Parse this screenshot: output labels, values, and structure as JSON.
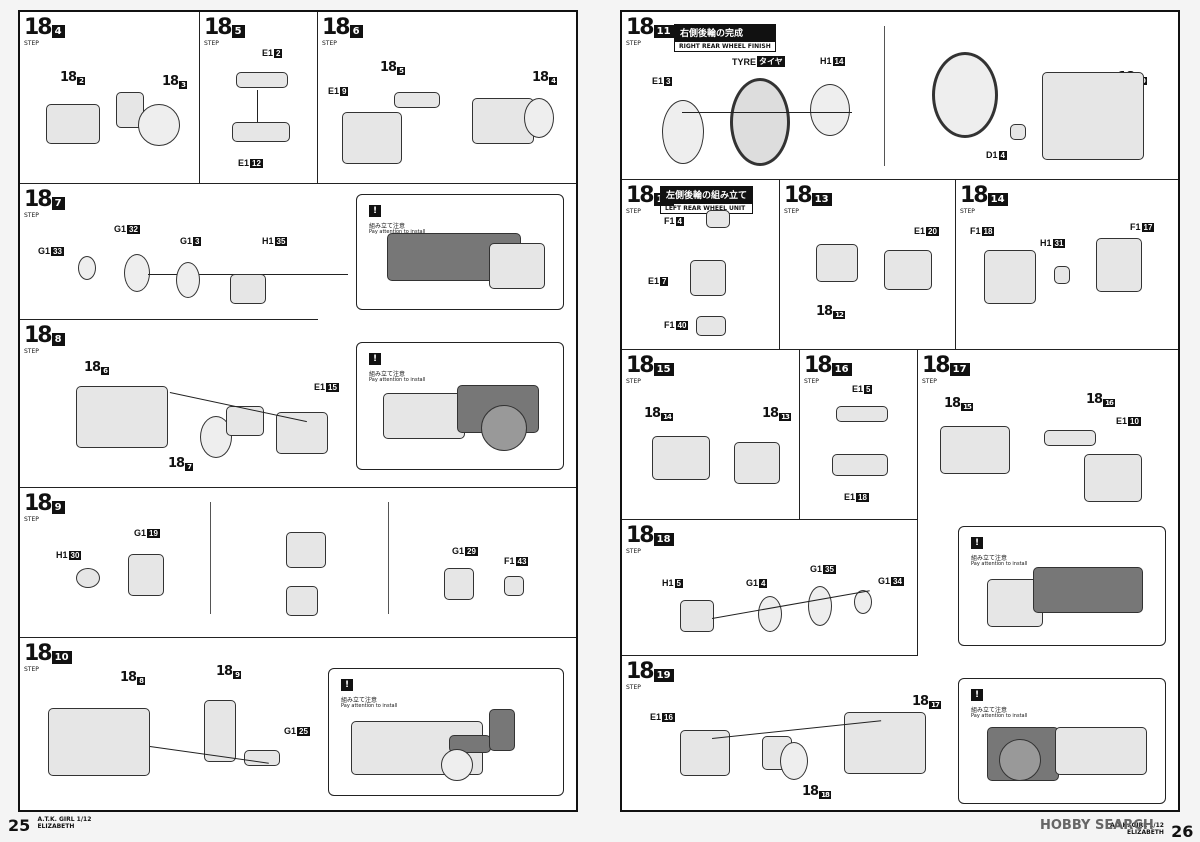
{
  "left_page": {
    "page_number": "25",
    "footer_title": "A.T.K. GIRL 1/12",
    "footer_sub": "ELIZABETH",
    "steps": [
      {
        "num": "18",
        "sub": "4",
        "label": "STEP",
        "refs": [
          {
            "num": "18",
            "sub": "2"
          },
          {
            "num": "18",
            "sub": "3"
          }
        ]
      },
      {
        "num": "18",
        "sub": "5",
        "label": "STEP",
        "parts": [
          {
            "code": "E1",
            "num": "2"
          },
          {
            "code": "E1",
            "num": "12"
          }
        ]
      },
      {
        "num": "18",
        "sub": "6",
        "label": "STEP",
        "refs": [
          {
            "num": "18",
            "sub": "5"
          },
          {
            "num": "18",
            "sub": "4"
          }
        ],
        "parts": [
          {
            "code": "E1",
            "num": "9"
          }
        ]
      },
      {
        "num": "18",
        "sub": "7",
        "label": "STEP",
        "parts": [
          {
            "code": "G1",
            "num": "33"
          },
          {
            "code": "G1",
            "num": "32"
          },
          {
            "code": "G1",
            "num": "3"
          },
          {
            "code": "H1",
            "num": "35"
          }
        ]
      },
      {
        "num": "18",
        "sub": "8",
        "label": "STEP",
        "refs": [
          {
            "num": "18",
            "sub": "6"
          },
          {
            "num": "18",
            "sub": "7"
          }
        ],
        "parts": [
          {
            "code": "E1",
            "num": "15"
          }
        ]
      },
      {
        "num": "18",
        "sub": "9",
        "label": "STEP",
        "parts": [
          {
            "code": "H1",
            "num": "30"
          },
          {
            "code": "G1",
            "num": "19"
          },
          {
            "code": "G1",
            "num": "29"
          },
          {
            "code": "F1",
            "num": "43"
          }
        ]
      },
      {
        "num": "18",
        "sub": "10",
        "label": "STEP",
        "refs": [
          {
            "num": "18",
            "sub": "8"
          },
          {
            "num": "18",
            "sub": "9"
          }
        ],
        "parts": [
          {
            "code": "G1",
            "num": "25"
          }
        ]
      }
    ],
    "note_jp": "組み立て注意",
    "note_en": "Pay attention to install"
  },
  "right_page": {
    "page_number": "26",
    "footer_title": "A.T.K. GIRL 1/12",
    "footer_sub": "ELIZABETH",
    "steps": [
      {
        "num": "18",
        "sub": "11",
        "label": "STEP",
        "title_jp": "右側後輪の完成",
        "title_en": "RIGHT REAR WHEEL FINISH",
        "tyre": "TYRE",
        "tyre_jp": "タイヤ",
        "parts": [
          {
            "code": "E1",
            "num": "3"
          },
          {
            "code": "H1",
            "num": "14"
          },
          {
            "code": "D1",
            "num": "4"
          }
        ],
        "refs": [
          {
            "num": "18",
            "sub": "10"
          }
        ]
      },
      {
        "num": "18",
        "sub": "12",
        "label": "STEP",
        "title_jp": "左側後輪の組み立て",
        "title_en": "LEFT REAR WHEEL UNIT",
        "parts": [
          {
            "code": "F1",
            "num": "4"
          },
          {
            "code": "E1",
            "num": "7"
          },
          {
            "code": "F1",
            "num": "40"
          }
        ]
      },
      {
        "num": "18",
        "sub": "13",
        "label": "STEP",
        "parts": [
          {
            "code": "E1",
            "num": "20"
          }
        ],
        "refs": [
          {
            "num": "18",
            "sub": "12"
          }
        ]
      },
      {
        "num": "18",
        "sub": "14",
        "label": "STEP",
        "parts": [
          {
            "code": "F1",
            "num": "18"
          },
          {
            "code": "H1",
            "num": "31"
          },
          {
            "code": "F1",
            "num": "17"
          }
        ]
      },
      {
        "num": "18",
        "sub": "15",
        "label": "STEP",
        "refs": [
          {
            "num": "18",
            "sub": "14"
          },
          {
            "num": "18",
            "sub": "13"
          }
        ]
      },
      {
        "num": "18",
        "sub": "16",
        "label": "STEP",
        "parts": [
          {
            "code": "E1",
            "num": "5"
          },
          {
            "code": "E1",
            "num": "18"
          }
        ]
      },
      {
        "num": "18",
        "sub": "17",
        "label": "STEP",
        "refs": [
          {
            "num": "18",
            "sub": "15"
          },
          {
            "num": "18",
            "sub": "16"
          }
        ],
        "parts": [
          {
            "code": "E1",
            "num": "10"
          }
        ]
      },
      {
        "num": "18",
        "sub": "18",
        "label": "STEP",
        "parts": [
          {
            "code": "H1",
            "num": "5"
          },
          {
            "code": "G1",
            "num": "4"
          },
          {
            "code": "G1",
            "num": "35"
          },
          {
            "code": "G1",
            "num": "34"
          }
        ]
      },
      {
        "num": "18",
        "sub": "19",
        "label": "STEP",
        "refs": [
          {
            "num": "18",
            "sub": "17"
          },
          {
            "num": "18",
            "sub": "18"
          }
        ],
        "parts": [
          {
            "code": "E1",
            "num": "16"
          }
        ]
      }
    ],
    "note_jp": "組み立て注意",
    "note_en": "Pay attention to install"
  },
  "watermark": "HOBBY SEARCH",
  "warn_symbol": "!"
}
